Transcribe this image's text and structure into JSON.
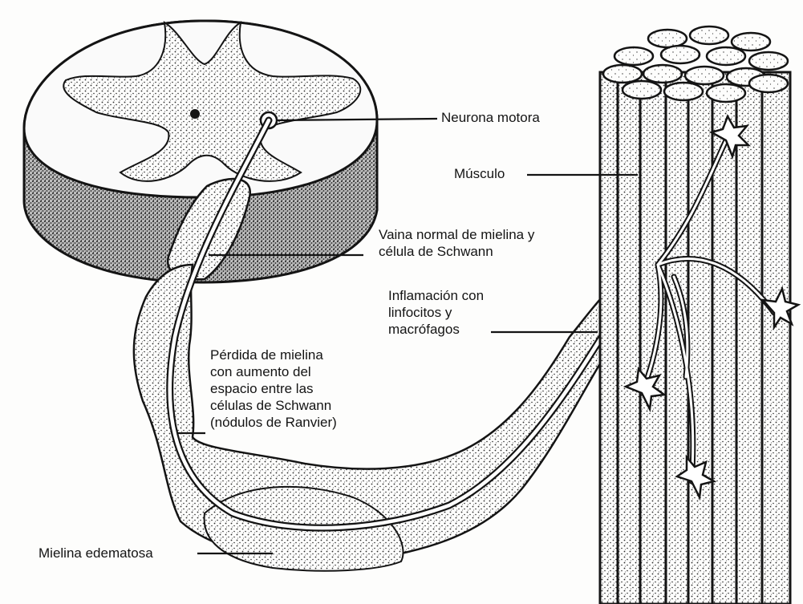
{
  "labels": {
    "neurona_motora": "Neurona motora",
    "musculo": "Músculo",
    "vaina": [
      "Vaina normal de mielina y",
      "célula de Schwann"
    ],
    "inflamacion": [
      "Inflamación con",
      "linfocitos y",
      "macrófagos"
    ],
    "perdida": [
      "Pérdida de mielina",
      "con aumento del",
      "espacio entre las",
      "células de Schwann",
      "(nódulos de Ranvier)"
    ],
    "mielina_edematosa": "Mielina edematosa"
  },
  "colors": {
    "ink": "#141414",
    "paper": "#fdfdfc",
    "stipple": "#2a2a2a"
  }
}
